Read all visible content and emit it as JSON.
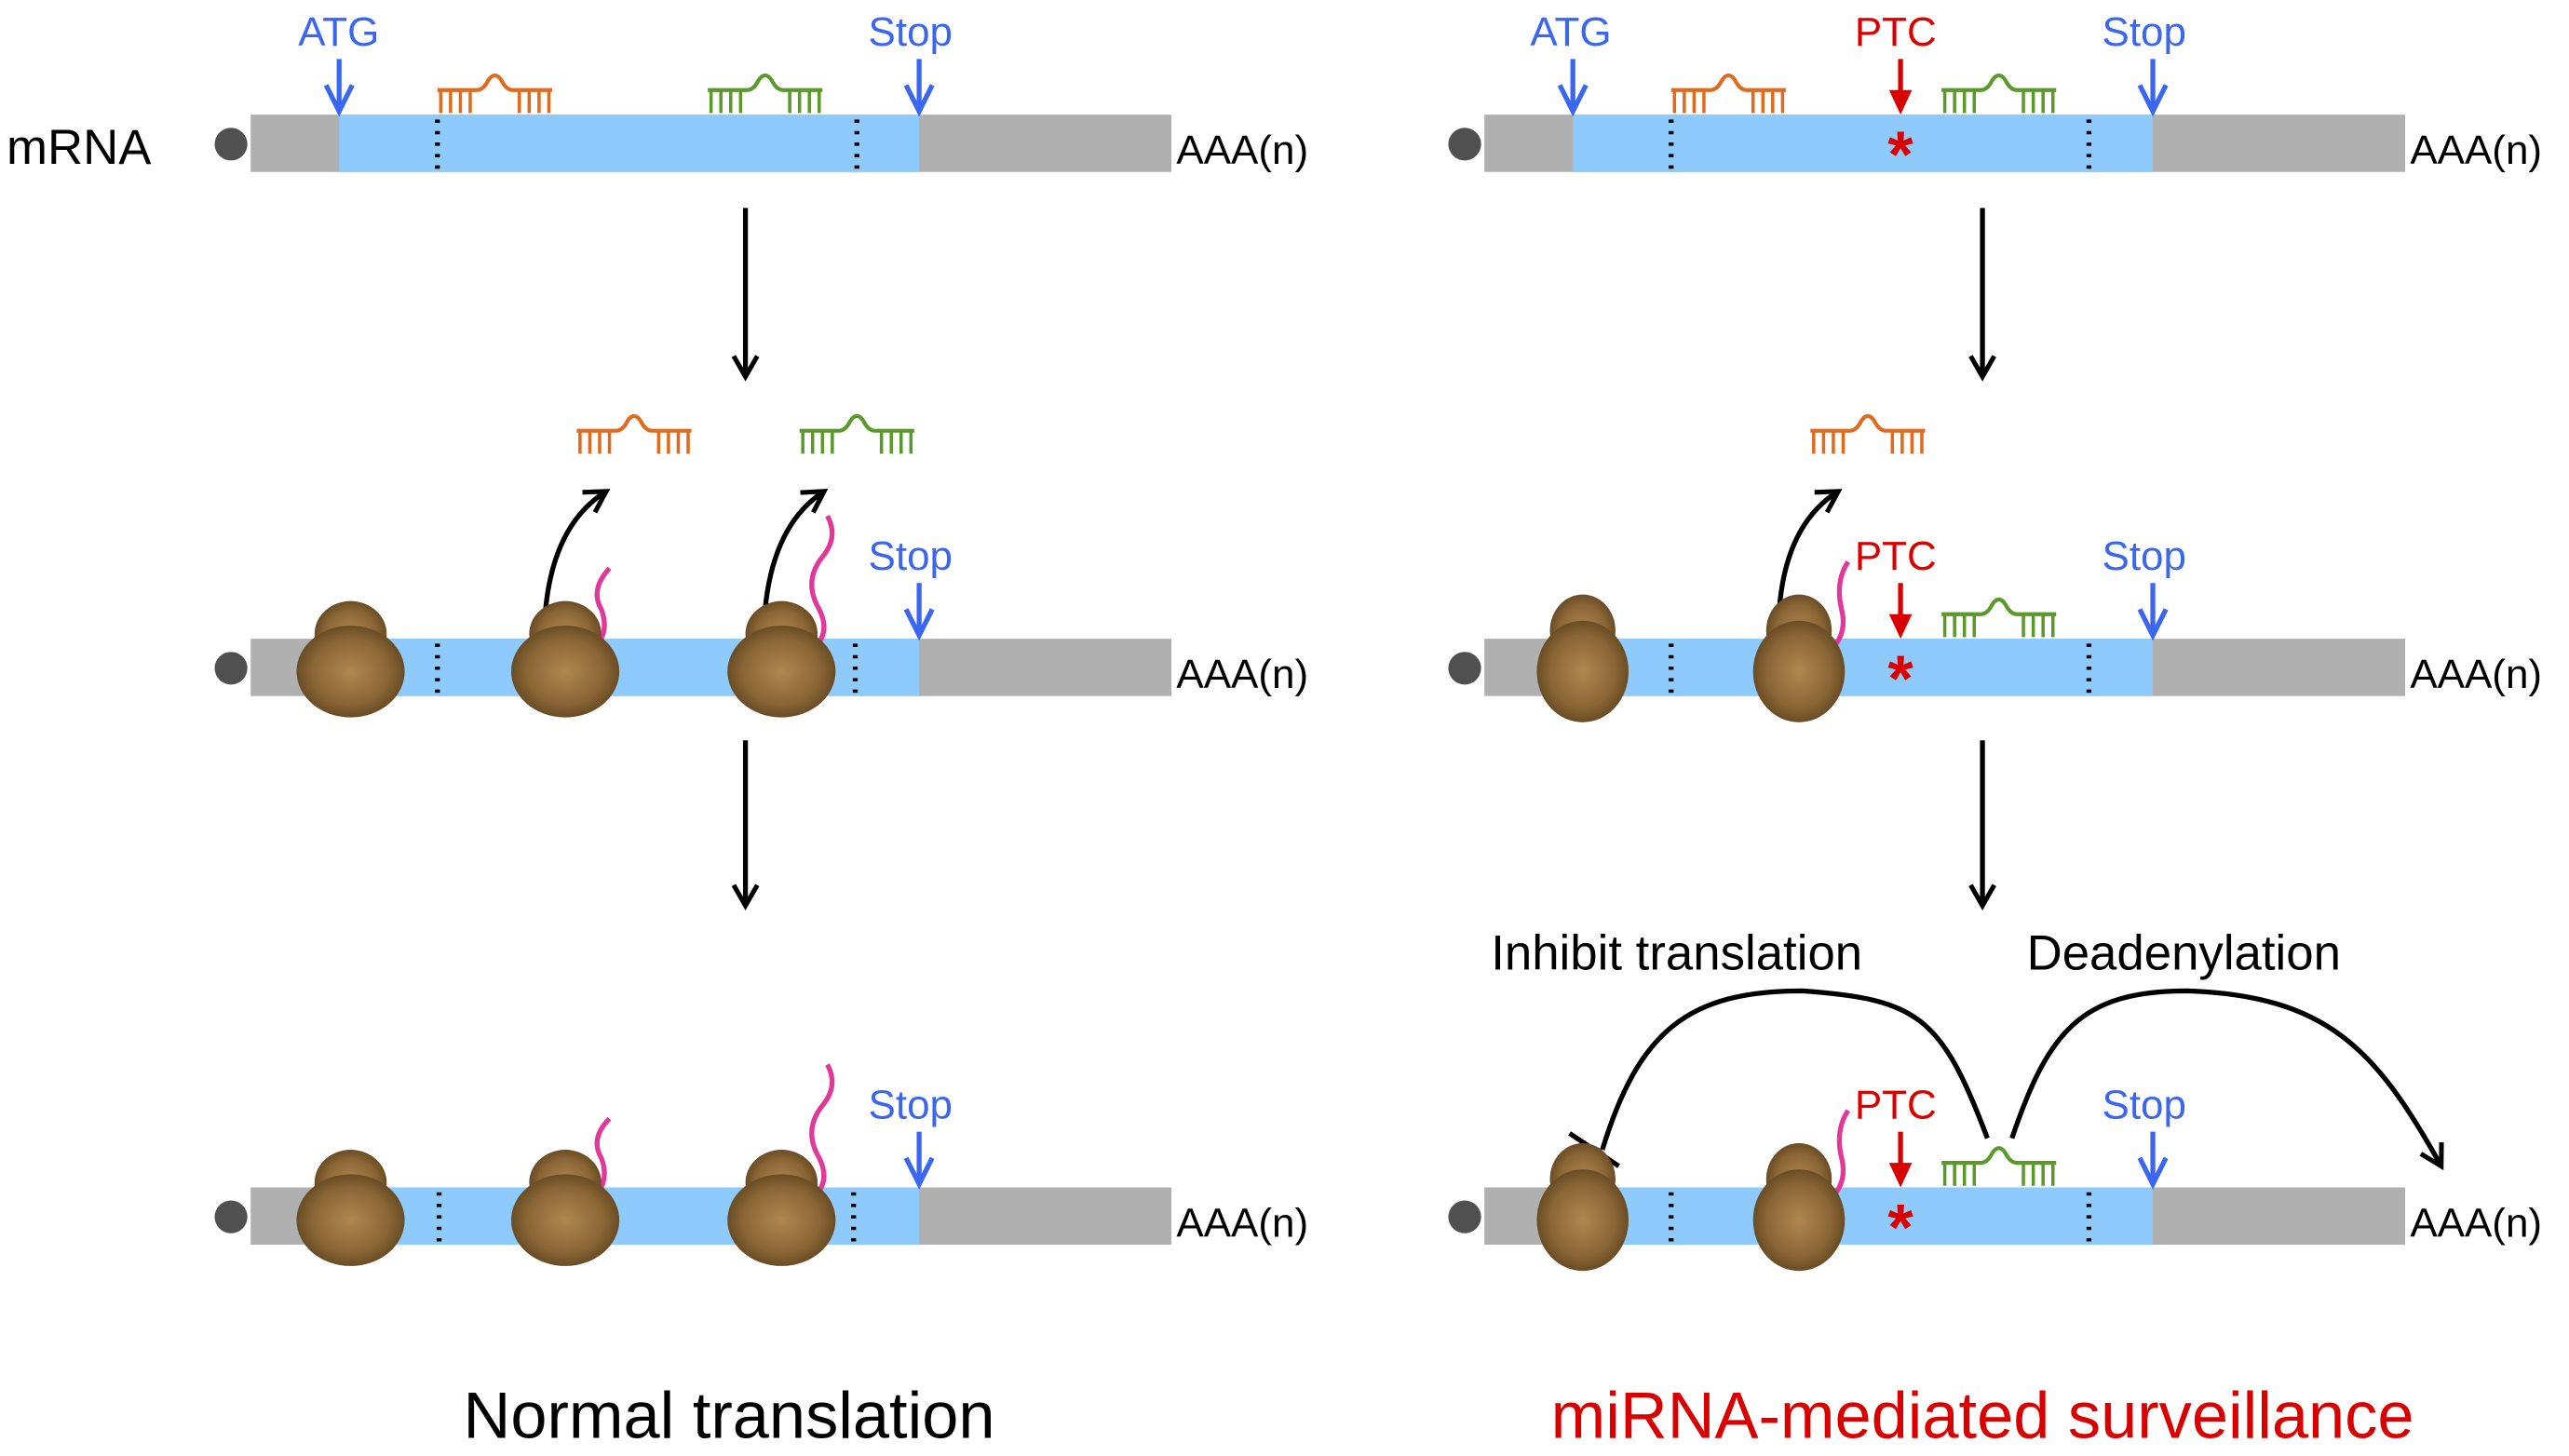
{
  "labels": {
    "mrna": "mRNA",
    "atg": "ATG",
    "stop": "Stop",
    "ptc": "PTC",
    "polya": "AAA(n)",
    "ptc_mark": "*",
    "inhibit": "Inhibit translation",
    "deadenylation": "Deadenylation"
  },
  "panels": {
    "left_title": "Normal translation",
    "right_title": "miRNA-mediated surveillance"
  },
  "colors": {
    "utr": "#b0b0b0",
    "cds": "#8ecafb",
    "cap": "#505050",
    "codon_blue": "#3a66f0",
    "ptc_red": "#d90000",
    "mirna_orange": "#e06a1e",
    "mirna_green": "#5a9a2a",
    "peptide_magenta": "#e0399a",
    "ribosome": "#8a6535"
  }
}
